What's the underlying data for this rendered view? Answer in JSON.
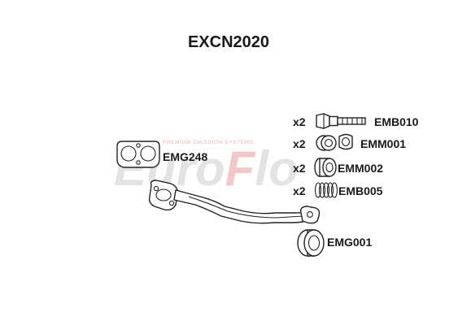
{
  "title": "EXCN2020",
  "watermark": {
    "brand_left": "Euro",
    "brand_accent": "F",
    "brand_right": "lo",
    "tagline": "PREMIUM EMISSION SYSTEMS"
  },
  "parts": [
    {
      "code": "EMG248",
      "qty": "",
      "icon": "exhaust-gasket-icon"
    },
    {
      "code": "EMB010",
      "qty": "x2",
      "icon": "bolt-icon"
    },
    {
      "code": "EMM001",
      "qty": "",
      "icon": "nut-icon"
    },
    {
      "code": "EMM002",
      "qty": "x2",
      "icon": "flange-nut-icon"
    },
    {
      "code": "EMB005",
      "qty": "x2",
      "icon": "spring-icon"
    },
    {
      "code": "EMG001",
      "qty": "",
      "icon": "ring-gasket-icon"
    }
  ],
  "main_part_icon": "front-pipe-icon",
  "colors": {
    "ink": "#222222",
    "watermark_grey": "#e3e3e3",
    "watermark_red": "#f2c7c7"
  }
}
